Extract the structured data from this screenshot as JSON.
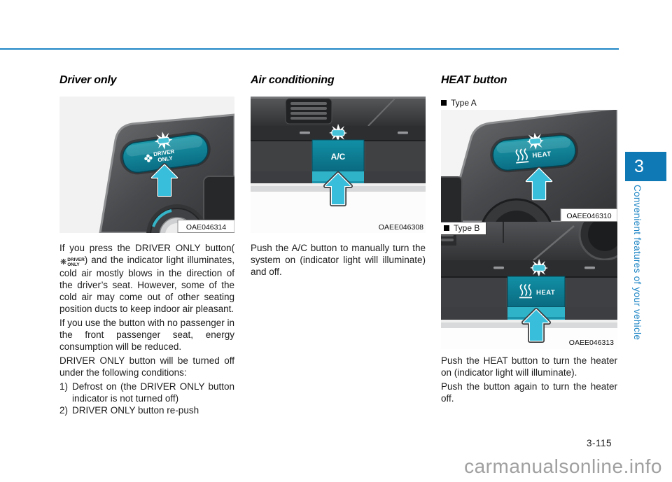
{
  "page": {
    "number": "3-115",
    "watermark": "carmanualsonline.info",
    "chapter_tab": "3",
    "sidebar_text": "Convenient features of your vehicle"
  },
  "colors": {
    "accent_blue": "#1f86c5",
    "chapter_tab_blue": "#0e79b5",
    "teal_button": "#0d7f95",
    "teal_light_strip": "#2fb3c9",
    "arrow_cyan": "#38bedb",
    "watermark_gray": "#a0a0a0"
  },
  "icons": {
    "fan_glyph": "❋"
  },
  "columns": {
    "driver_only": {
      "heading": "Driver only",
      "figure_caption": "OAE046314",
      "button_label_line1": "DRIVER",
      "button_label_line2": "ONLY",
      "para1_pre": "If you press the DRIVER ONLY button(",
      "inline_icon_line1": "DRIVER",
      "inline_icon_line2": "ONLY",
      "para1_post": ") and the indicator light illuminates, cold air mostly blows in the direction of the driver’s seat. However, some of the cold air may come out of other seating position ducts to keep indoor air pleasant.",
      "para2": "If you use the button with no passenger in the front passenger seat, energy consumption will be reduced.",
      "para3": "DRIVER ONLY button will be turned off under the following conditions:",
      "list": [
        {
          "marker": "1)",
          "text": "Defrost on (the DRIVER ONLY button indicator is not turned off)"
        },
        {
          "marker": "2)",
          "text": "DRIVER ONLY button re-push"
        }
      ]
    },
    "air_conditioning": {
      "heading": "Air conditioning",
      "figure_caption": "OAEE046308",
      "button_label": "A/C",
      "para1": "Push the A/C button to manually turn the system on (indicator light will illuminate) and off."
    },
    "heat_button": {
      "heading": "HEAT button",
      "type_a_label": "Type A",
      "type_b_label": "Type B",
      "figure_a_caption": "OAEE046310",
      "figure_b_caption": "OAEE046313",
      "button_label": "HEAT",
      "para1": "Push the HEAT button to turn the heater on (indicator light will illuminate).",
      "para2": "Push the button again to turn the heater off."
    }
  }
}
